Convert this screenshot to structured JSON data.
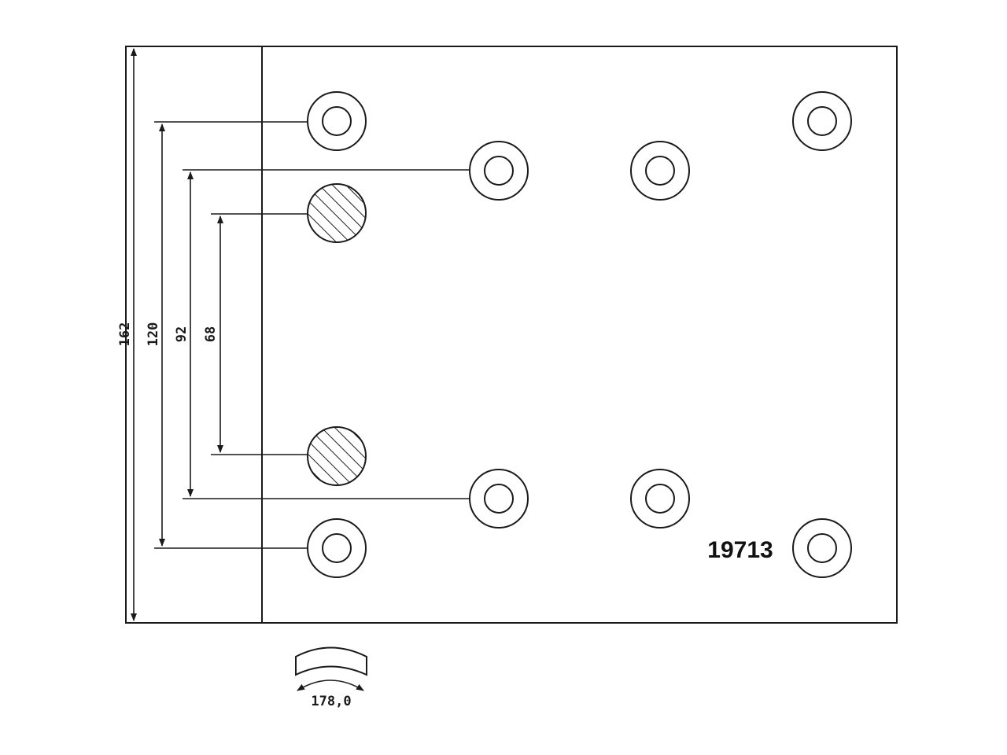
{
  "part_number": "19713",
  "dimensions": {
    "total_height": "162",
    "span_120": "120",
    "span_92": "92",
    "span_68": "68",
    "arc_width": "178,0"
  },
  "colors": {
    "line": "#1a1a1a",
    "background": "#ffffff"
  }
}
